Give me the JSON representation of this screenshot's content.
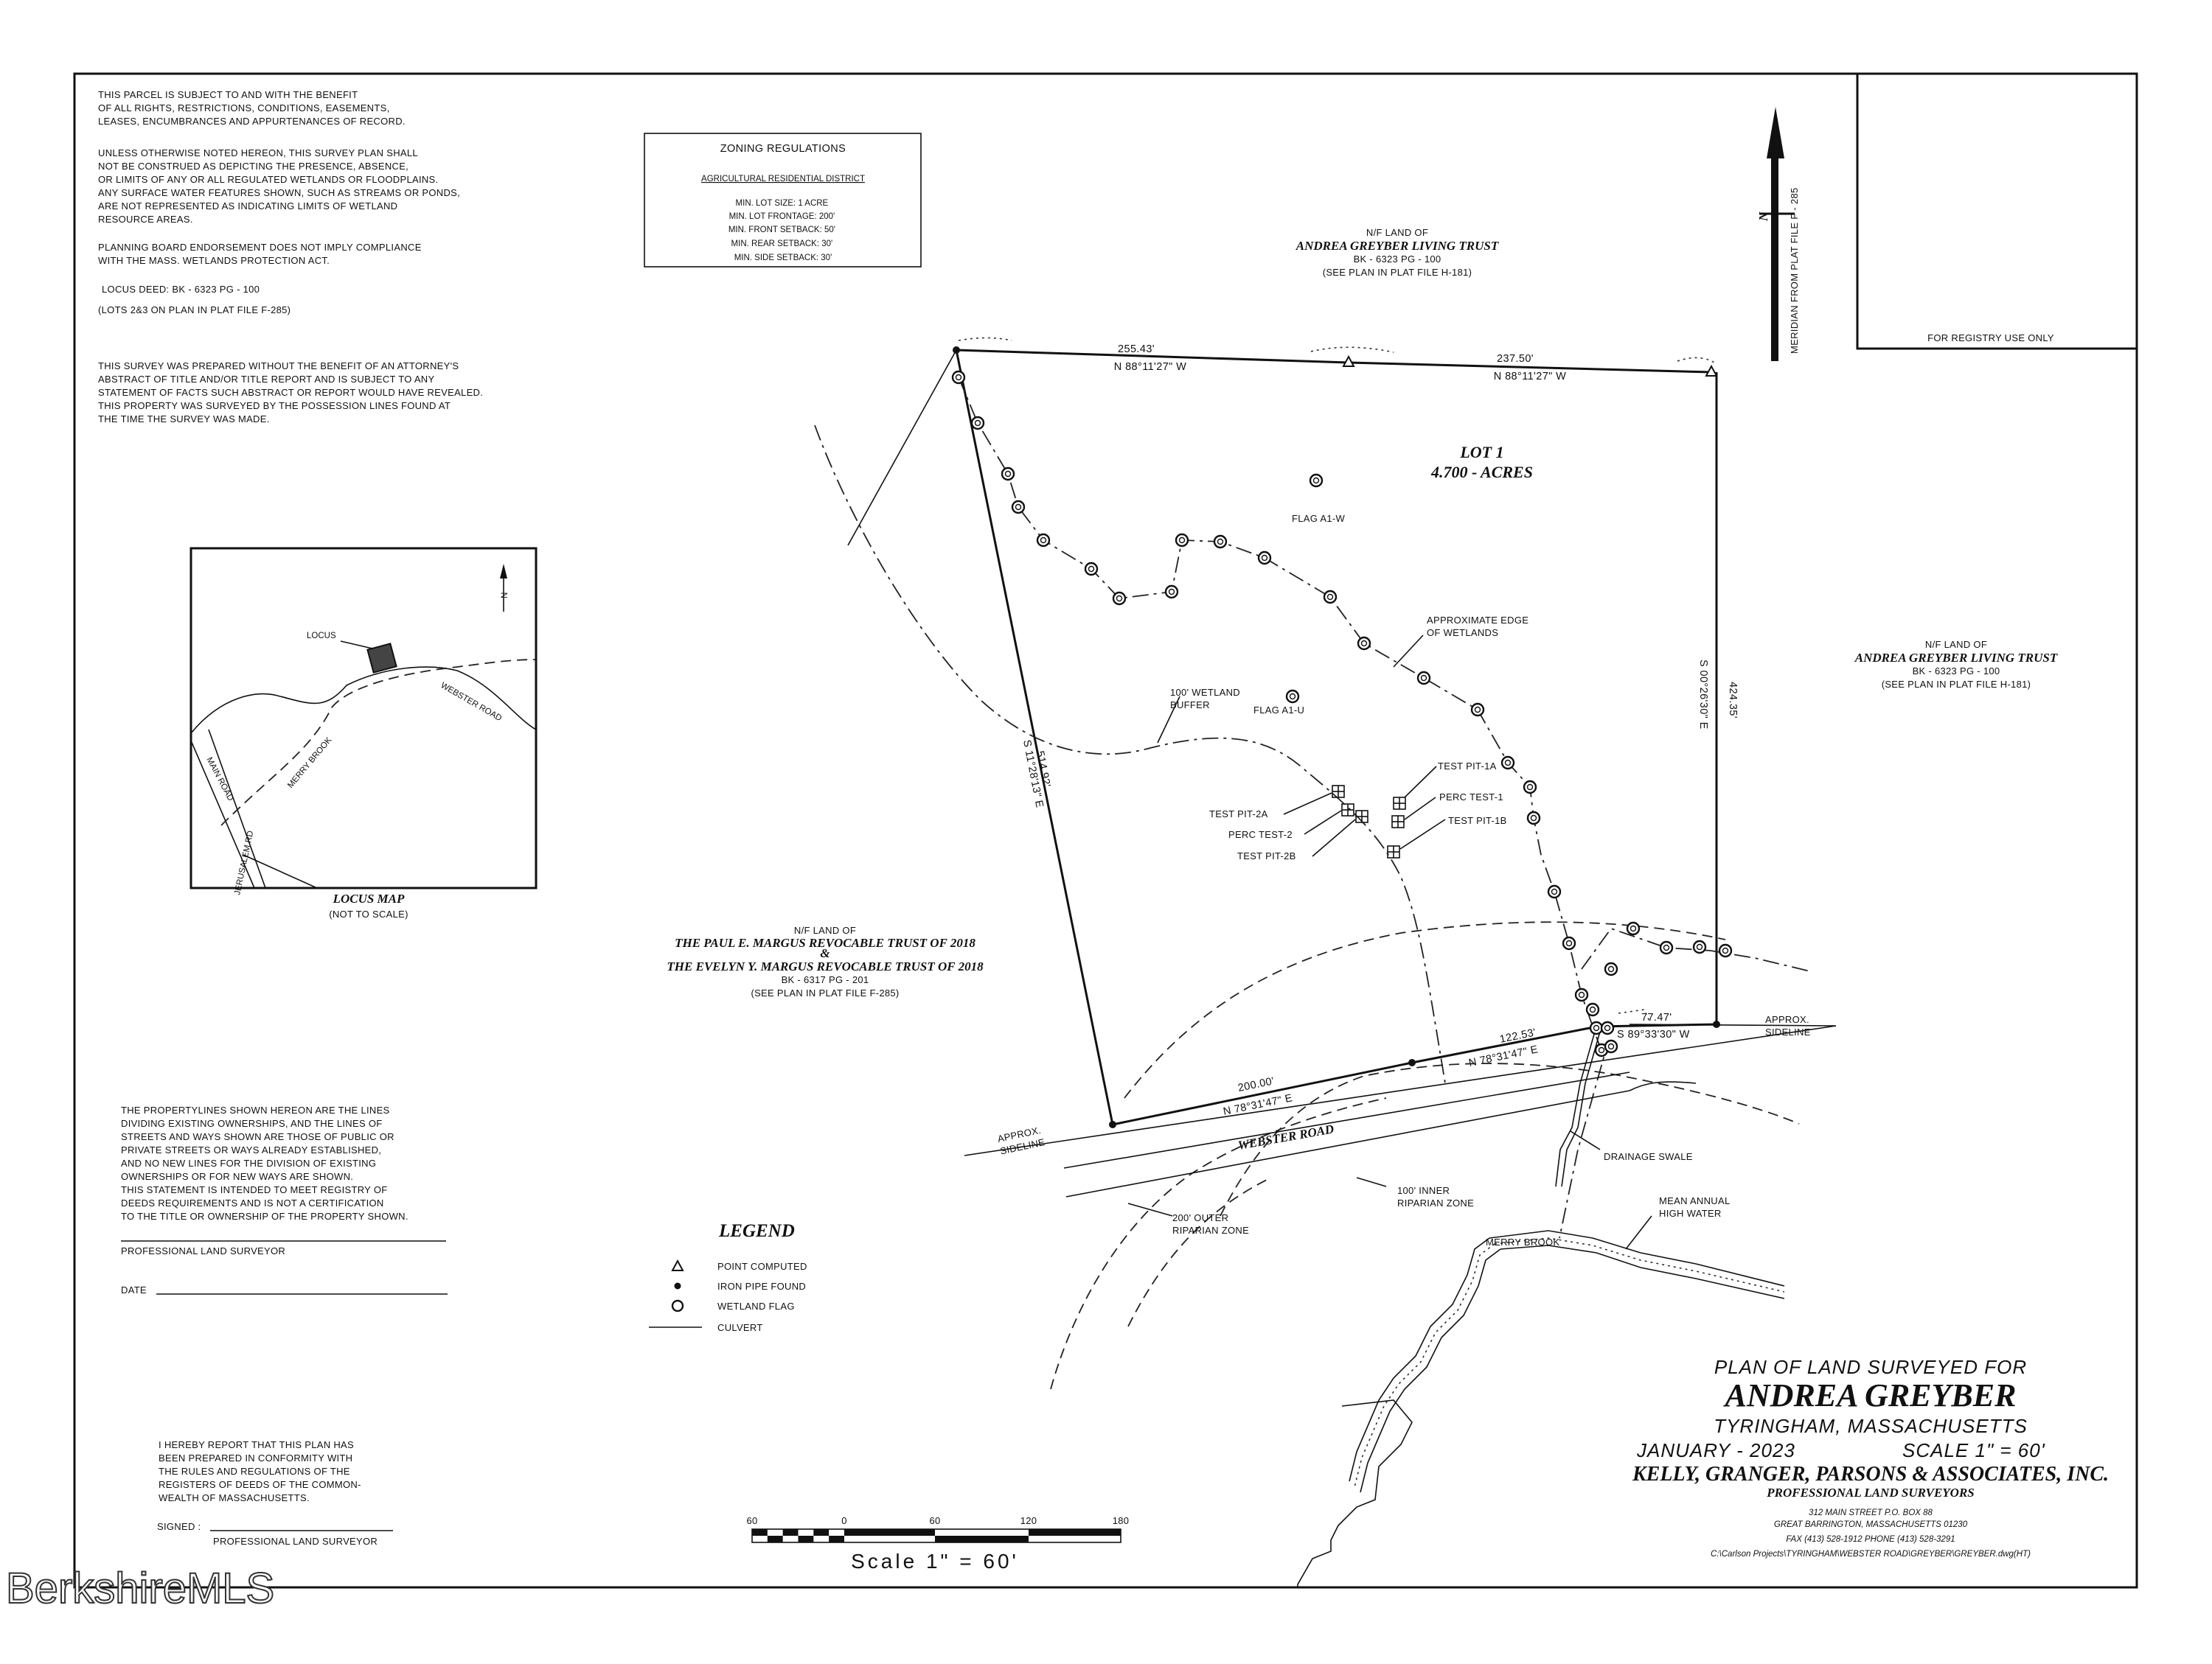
{
  "notes": {
    "subject": [
      "THIS PARCEL IS SUBJECT TO AND WITH THE BENEFIT",
      "OF ALL RIGHTS, RESTRICTIONS, CONDITIONS, EASEMENTS,",
      "LEASES, ENCUMBRANCES AND APPURTENANCES OF RECORD."
    ],
    "wetlands": [
      "UNLESS OTHERWISE NOTED HEREON, THIS SURVEY PLAN SHALL",
      "NOT BE CONSTRUED AS DEPICTING THE PRESENCE, ABSENCE,",
      "OR LIMITS OF ANY OR ALL REGULATED WETLANDS OR FLOODPLAINS.",
      "ANY SURFACE WATER FEATURES SHOWN, SUCH AS STREAMS OR PONDS,",
      "ARE NOT REPRESENTED AS INDICATING LIMITS OF WETLAND",
      "RESOURCE AREAS."
    ],
    "planning": [
      "PLANNING BOARD ENDORSEMENT DOES NOT IMPLY COMPLIANCE",
      "WITH THE MASS. WETLANDS PROTECTION ACT."
    ],
    "deed": [
      "LOCUS DEED: BK - 6323     PG - 100",
      "(LOTS 2&3 ON PLAN IN PLAT FILE F-285)"
    ],
    "attorney": [
      "THIS SURVEY WAS PREPARED WITHOUT THE BENEFIT OF AN ATTORNEY'S",
      "ABSTRACT OF TITLE AND/OR TITLE REPORT AND IS SUBJECT TO ANY",
      "STATEMENT OF FACTS SUCH ABSTRACT OR REPORT WOULD HAVE REVEALED.",
      "THIS PROPERTY WAS SURVEYED BY THE POSSESSION LINES FOUND AT",
      "THE TIME THE SURVEY WAS MADE."
    ],
    "propertylines": [
      "THE PROPERTYLINES SHOWN HEREON ARE THE LINES",
      "DIVIDING EXISTING OWNERSHIPS, AND THE LINES OF",
      "STREETS AND WAYS SHOWN ARE THOSE OF PUBLIC OR",
      "PRIVATE STREETS OR WAYS ALREADY ESTABLISHED,",
      "AND NO NEW LINES FOR THE DIVISION OF EXISTING",
      "OWNERSHIPS OR FOR NEW WAYS ARE SHOWN.",
      "THIS STATEMENT IS INTENDED TO MEET REGISTRY OF",
      "DEEDS REQUIREMENTS AND IS NOT A CERTIFICATION",
      "TO THE TITLE OR OWNERSHIP OF THE PROPERTY SHOWN."
    ],
    "surveyor_label": "PROFESSIONAL LAND SURVEYOR",
    "date_label": "DATE",
    "conformity": [
      "I HEREBY REPORT THAT THIS PLAN HAS",
      "BEEN PREPARED IN CONFORMITY WITH",
      "THE RULES AND REGULATIONS OF THE",
      "REGISTERS OF DEEDS OF THE COMMON-",
      "WEALTH OF MASSACHUSETTS."
    ],
    "signed_label": "SIGNED :",
    "signed_surveyor": "PROFESSIONAL LAND SURVEYOR"
  },
  "zoning": {
    "title": "ZONING REGULATIONS",
    "district": "AGRICULTURAL RESIDENTIAL DISTRICT",
    "rows": [
      "MIN. LOT SIZE: 1 ACRE",
      "MIN. LOT FRONTAGE: 200'",
      "MIN. FRONT SETBACK: 50'",
      "MIN. REAR SETBACK: 30'",
      "MIN. SIDE SETBACK: 30'"
    ]
  },
  "registry": "FOR REGISTRY USE ONLY",
  "north": {
    "meridian": "MERIDIAN FROM PLAT FILE F - 285",
    "n": "N"
  },
  "locus_map": {
    "title": "LOCUS MAP",
    "subtitle": "(NOT TO SCALE)",
    "locus": "LOCUS",
    "webster": "WEBSTER ROAD",
    "main": "MAIN ROAD",
    "merry": "MERRY BROOK",
    "jerusalem": "JERUSALEM RD",
    "n": "N"
  },
  "abutters": {
    "north": {
      "nf": "N/F LAND OF",
      "name": "ANDREA GREYBER LIVING TRUST",
      "bk": "BK - 6323     PG - 100",
      "plan": "(SEE PLAN IN PLAT FILE H-181)"
    },
    "east": {
      "nf": "N/F LAND OF",
      "name": "ANDREA GREYBER LIVING TRUST",
      "bk": "BK - 6323     PG - 100",
      "plan": "(SEE PLAN IN PLAT FILE H-181)"
    },
    "west": {
      "nf": "N/F LAND OF",
      "name1": "THE PAUL E. MARGUS REVOCABLE TRUST OF 2018",
      "amp": "&",
      "name2": "THE EVELYN Y. MARGUS REVOCABLE TRUST OF 2018",
      "bk": "BK - 6317     PG - 201",
      "plan": "(SEE PLAN IN PLAT FILE F-285)"
    }
  },
  "lot": {
    "name": "LOT 1",
    "area": "4.700 - ACRES"
  },
  "bounds": {
    "north_left_dist": "255.43'",
    "north_left_bearing": "N 88°11'27\" W",
    "north_right_dist": "237.50'",
    "north_right_bearing": "N 88°11'27\" W",
    "east_dist": "424.35'",
    "east_bearing": "S 00°26'30\" E",
    "west_dist": "514.92'",
    "west_bearing": "S 11°28'13\" E",
    "south_left_dist": "200.00'",
    "south_left_bearing": "N 78°31'47\" E",
    "south_mid_dist": "122.53'",
    "south_mid_bearing": "N 78°31'47\" E",
    "south_right_dist": "77.47'",
    "south_right_bearing": "S 89°33'30\" W"
  },
  "labels": {
    "flag_a1w": "FLAG A1-W",
    "flag_a1u": "FLAG A1-U",
    "edge_wetlands": [
      "APPROXIMATE EDGE",
      "OF WETLANDS"
    ],
    "buffer": [
      "100' WETLAND",
      "BUFFER"
    ],
    "tp1a": "TEST PIT-1A",
    "perc1": "PERC TEST-1",
    "tp1b": "TEST PIT-1B",
    "tp2a": "TEST PIT-2A",
    "perc2": "PERC TEST-2",
    "tp2b": "TEST PIT-2B",
    "sideline_e": [
      "APPROX.",
      "SIDELINE"
    ],
    "sideline_w": [
      "APPROX.",
      "SIDELINE"
    ],
    "road": "WEBSTER ROAD",
    "drainage": "DRAINAGE SWALE",
    "inner": [
      "100' INNER",
      "RIPARIAN ZONE"
    ],
    "outer": [
      "200' OUTER",
      "RIPARIAN ZONE"
    ],
    "hw": [
      "MEAN ANNUAL",
      "HIGH WATER"
    ],
    "merry": "MERRY BROOK"
  },
  "legend": {
    "title": "LEGEND",
    "items": [
      "POINT COMPUTED",
      "IRON PIPE FOUND",
      "WETLAND FLAG",
      "CULVERT"
    ]
  },
  "scale": {
    "ticks": [
      "60",
      "0",
      "60",
      "120",
      "180"
    ],
    "label": "Scale  1\" = 60'"
  },
  "title_block": {
    "l1": "PLAN OF LAND SURVEYED FOR",
    "l2": "ANDREA GREYBER",
    "l3": "TYRINGHAM, MASSACHUSETTS",
    "date": "JANUARY  -  2023",
    "scale": "SCALE     1\" = 60'",
    "firm": "KELLY, GRANGER, PARSONS & ASSOCIATES, INC.",
    "firm_sub": "PROFESSIONAL LAND SURVEYORS",
    "addr1": "312 MAIN STREET          P.O. BOX 88",
    "addr2": "GREAT BARRINGTON, MASSACHUSETTS 01230",
    "fax": "FAX (413) 528-1912          PHONE     (413) 528-3291",
    "path": "C:\\Carlson Projects\\TYRINGHAM\\WEBSTER ROAD\\GREYBER\\GREYBER.dwg(HT)"
  },
  "watermark": "BerkshireMLS"
}
